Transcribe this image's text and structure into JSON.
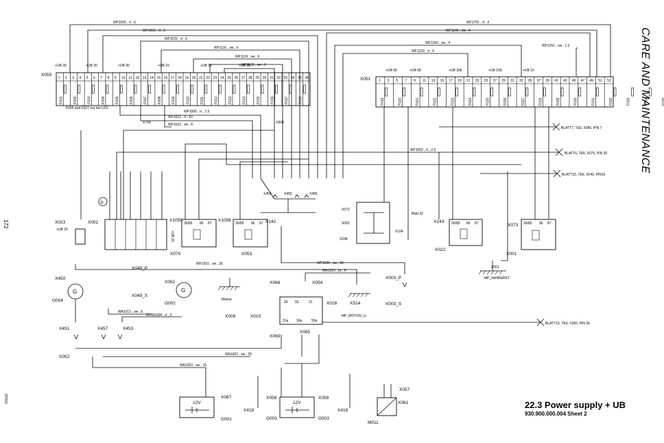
{
  "side_header": "CARE AND MAINTENANCE",
  "page_number": "172",
  "doc_code": "SP002",
  "title": "22.3 Power supply + UB",
  "subtitle": "930.900.000.004 Sheet 2",
  "fusebox_left": {
    "connector": "X050",
    "rails": [
      "+UB 30",
      "+UB 30",
      "+UB 30",
      "+UB 15",
      "+UB 15",
      "+UB 15"
    ],
    "pins": [
      "1",
      "2",
      "3",
      "4",
      "5",
      "6",
      "7",
      "8",
      "9",
      "10",
      "11",
      "12",
      "13",
      "14",
      "15",
      "16",
      "17",
      "18",
      "19",
      "20",
      "21",
      "22",
      "23",
      "24",
      "25",
      "26",
      "27",
      "28",
      "29",
      "30",
      "31",
      "32",
      "33",
      "34",
      "35",
      "36"
    ],
    "fuses": [
      "F001",
      "F002",
      "F003",
      "F004",
      "F005",
      "F006",
      "F007",
      "F008",
      "F009",
      "F010",
      "F011",
      "F012",
      "F013",
      "F014",
      "F015",
      "F016",
      "F017",
      "F018"
    ],
    "note": "F005 and F027 nur bei LDS"
  },
  "fusebox_right": {
    "connector": "X051",
    "rails": [
      "+UB 58",
      "+UB 58",
      "+UB 30E",
      "+UB 15E",
      "+UB 15"
    ],
    "pins": [
      "1",
      "3",
      "5",
      "7",
      "9",
      "11",
      "13",
      "15",
      "17",
      "19",
      "21",
      "23",
      "25",
      "27",
      "29",
      "31",
      "33",
      "35",
      "37",
      "39",
      "41",
      "43",
      "45",
      "47",
      "49",
      "51",
      "53"
    ],
    "fuses": [
      "F019",
      "F020",
      "F021",
      "F022",
      "F023",
      "F024",
      "F025",
      "F026",
      "F027",
      "F028",
      "F029",
      "F030",
      "F031",
      "F032",
      "F033",
      "F034",
      "F035",
      "F036"
    ]
  },
  "wires_top": [
    "WF1005 , rt , 6",
    "WF1001 , rt , 6",
    "WF1022 , rt , 6",
    "WF1116 , sw , 6",
    "WF1119 , sw , 6",
    "WF1120 , sw , 6",
    "WF1701 , rt , 4",
    "WF1140 , sw , 4",
    "WF1260 , sw , 4",
    "WF1220 , rt , 6",
    "WF1251 , sw , 1.5"
  ],
  "wires_mid": [
    "WF1006 , rt , 2.5",
    "WF1013 , rt , 10",
    "WF1023 , sw , 6",
    "WF1002 , rt , 2.5",
    "WF1001 , sw , 35",
    "WF1000 , sw , 35",
    "WA1310 , br , 6",
    "WA1013 , sw , 6",
    "WVM1004 , rt , 6",
    "WA1003 , sw , 10",
    "WA1002 , sw , 35"
  ],
  "connectors": [
    "X764",
    "X908",
    "X454",
    "X455",
    "X456",
    "X072",
    "S002",
    "X248",
    "X104",
    "X143",
    "X073",
    "X1059",
    "X1058",
    "X142",
    "X070",
    "X053",
    "X022",
    "X001",
    "X023",
    "X002",
    "X551",
    "X049_P",
    "X049_S",
    "X450",
    "G004",
    "X062",
    "G002",
    "X009",
    "X010",
    "X068",
    "X054",
    "X018",
    "X514",
    "X003_P",
    "X003_S",
    "X069",
    "X065",
    "X451",
    "X457",
    "X453",
    "X052",
    "X067",
    "G001",
    "X058",
    "G003",
    "X059",
    "X057",
    "X061",
    "X418",
    "M011"
  ],
  "labels": {
    "masse": "Masse",
    "mp_fahrerst": "MP_FAHRERST",
    "mp_motor": "MP_MOTOR_LI",
    "blatt32": "Blatt 32",
    "ub30_x1059": "+UB 30",
    "ub15_x142": "+UB 15",
    "battery_voltage": "12V",
    "g_symbol": "G",
    "circle_b": "b",
    "ref1": "BLATT7, TEIL X080, PIN 7",
    "ref2": "BLATT6, TEIL X075, PIN 30",
    "ref3": "BLATT33, TEIL X040, PIN15",
    "ref4": "BLATT15, TEIL X382, PIN 26"
  },
  "relay_pins": [
    "30/85",
    "86",
    "87"
  ],
  "x018_pins": [
    "30",
    "50",
    "31",
    "31a",
    "30a",
    "50a"
  ]
}
